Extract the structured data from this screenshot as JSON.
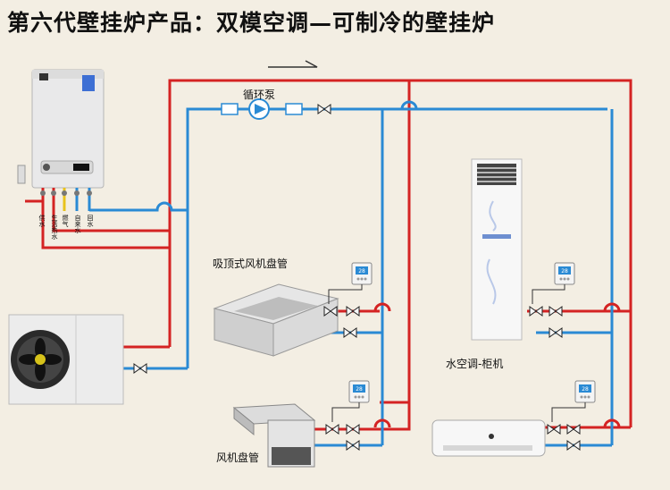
{
  "title": "第六代壁挂炉产品：双模空调—可制冷的壁挂炉",
  "labels": {
    "pump": "循环泵",
    "cassette": "吸顶式风机盘管",
    "cabinet": "水空调-柜机",
    "fancoil": "风机盘管",
    "boiler_ports": [
      "供水",
      "生活热水",
      "燃气",
      "自来水",
      "回水"
    ]
  },
  "colors": {
    "supply": "#d42323",
    "return": "#2a8ad4",
    "background": "#f3eee3"
  },
  "icons": [
    "pump-icon",
    "valve-icon",
    "thermostat-icon",
    "fan-icon",
    "flow-arrow-icon"
  ]
}
